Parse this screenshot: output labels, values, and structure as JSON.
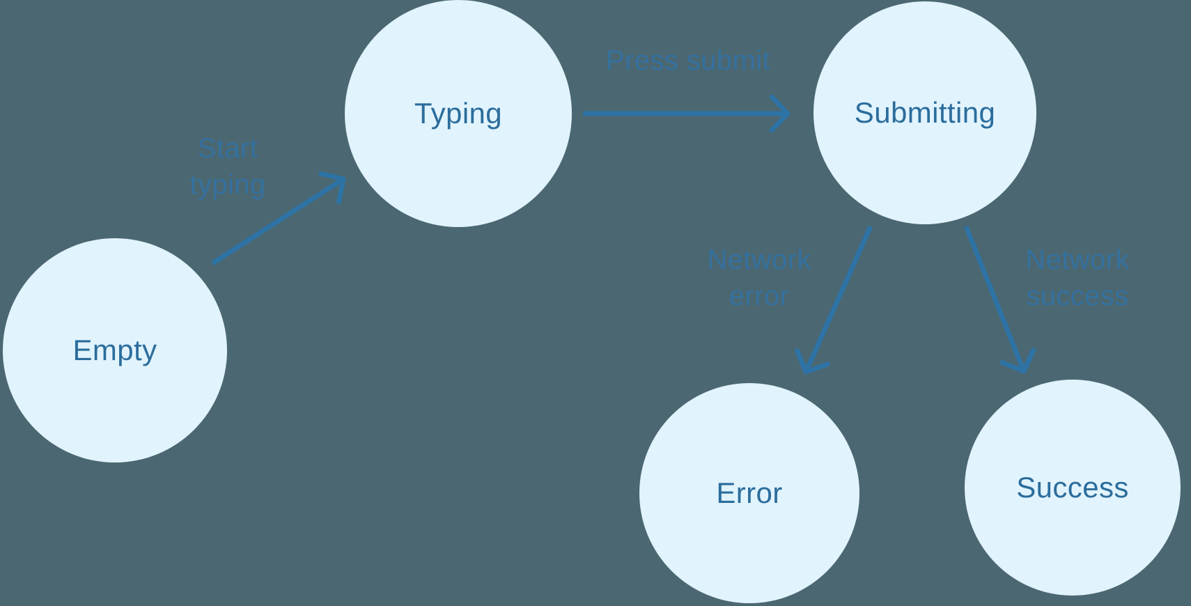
{
  "diagram": {
    "type": "state-machine",
    "colors": {
      "background": "#4b6771",
      "node_fill": "#e1f3fd",
      "node_text": "#2b6d9c",
      "arrow": "#2e73a5",
      "caption_text": "#35719f"
    },
    "nodes": [
      {
        "id": "empty",
        "label": "Empty"
      },
      {
        "id": "typing",
        "label": "Typing"
      },
      {
        "id": "submitting",
        "label": "Submitting"
      },
      {
        "id": "error",
        "label": "Error"
      },
      {
        "id": "success",
        "label": "Success"
      }
    ],
    "transitions": [
      {
        "id": "start-typing",
        "label": "Start typing",
        "lines": [
          "Start",
          "typing"
        ],
        "from": "empty",
        "to": "typing"
      },
      {
        "id": "press-submit",
        "label": "Press submit",
        "lines": [
          "Press submit"
        ],
        "from": "typing",
        "to": "submitting"
      },
      {
        "id": "network-error",
        "label": "Network error",
        "lines": [
          "Network",
          "error"
        ],
        "from": "submitting",
        "to": "error"
      },
      {
        "id": "network-success",
        "label": "Network success",
        "lines": [
          "Network",
          "success"
        ],
        "from": "submitting",
        "to": "success"
      }
    ]
  }
}
